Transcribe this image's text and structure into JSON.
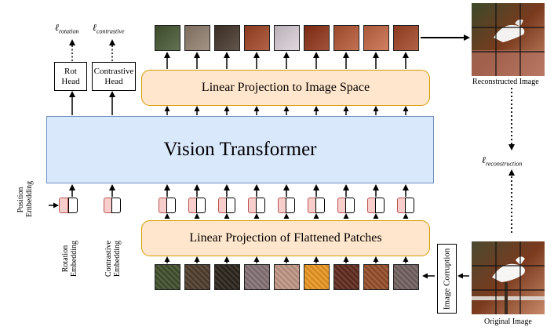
{
  "vit_label": "Vision Transformer",
  "proj_top_label": "Linear Projection to Image Space",
  "proj_bottom_label": "Linear Projection of Flattened Patches",
  "rot_head": [
    "Rot",
    "Head"
  ],
  "contrastive_head": [
    "Contrastive",
    "Head"
  ],
  "loss_rotation": {
    "symbol": "ℓ",
    "sub": "rotation"
  },
  "loss_contrastive": {
    "symbol": "ℓ",
    "sub": "contrastive"
  },
  "loss_reconstruction": {
    "symbol": "ℓ",
    "sub": "reconstruction"
  },
  "reconstructed_label": "Reconstructed Image",
  "original_label": "Original Image",
  "image_corruption_label": "Image Corruption",
  "position_embedding_label": [
    "Position",
    "Embedding"
  ],
  "rotation_embedding_label": [
    "Rotation",
    "Embedding"
  ],
  "contrastive_embedding_label": [
    "Contrastive",
    "Embedding"
  ],
  "colors": {
    "vit_fill": "#dae8fc",
    "vit_stroke": "#6c8ebf",
    "proj_fill": "#ffe6cc",
    "proj_stroke": "#d79b00",
    "pos_embed_fill": "#f8cecc",
    "pos_embed_stroke": "#b85450"
  },
  "patch_colors_top": [
    "#3b4a2a",
    "#7b6c5e",
    "#3a2d23",
    "#8a3a1e",
    "#b8b0b6",
    "#7a2a12",
    "#9a4a2a",
    "#a9583a",
    "#8a3a1f"
  ],
  "patch_colors_bottom": [
    "#3d4a2c",
    "#4a3a2c",
    "#2a241c",
    "#7a6a6e",
    "#b08a7a",
    "#d68a22",
    "#5a2a1e",
    "#8a4a2a",
    "#6a5a5a"
  ]
}
